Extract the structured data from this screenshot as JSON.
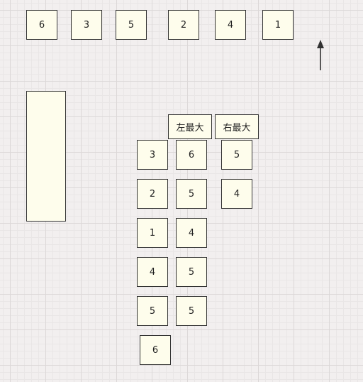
{
  "colors": {
    "box_fill": "#fefdec",
    "box_border": "#333333",
    "arrow": "#333333",
    "grid_major": "#dcd8d8",
    "grid_minor": "#e9e6e6",
    "canvas_bg": "#f2efef"
  },
  "diagram": {
    "top_row": [
      {
        "label": "6"
      },
      {
        "label": "3"
      },
      {
        "label": "5"
      },
      {
        "label": "2"
      },
      {
        "label": "4"
      },
      {
        "label": "1"
      }
    ],
    "headers": {
      "left_max": "左最大",
      "right_max": "右最大"
    },
    "left_max_column": [
      {
        "label": "6"
      },
      {
        "label": "5"
      },
      {
        "label": "4"
      },
      {
        "label": "5"
      },
      {
        "label": "5"
      }
    ],
    "right_max_column": [
      {
        "label": "5"
      },
      {
        "label": "4"
      }
    ],
    "stack_column": [
      {
        "label": "3"
      },
      {
        "label": "2"
      },
      {
        "label": "1"
      },
      {
        "label": "4"
      },
      {
        "label": "5"
      },
      {
        "label": "6"
      }
    ],
    "arrow_icon": "arrow-up-icon"
  }
}
